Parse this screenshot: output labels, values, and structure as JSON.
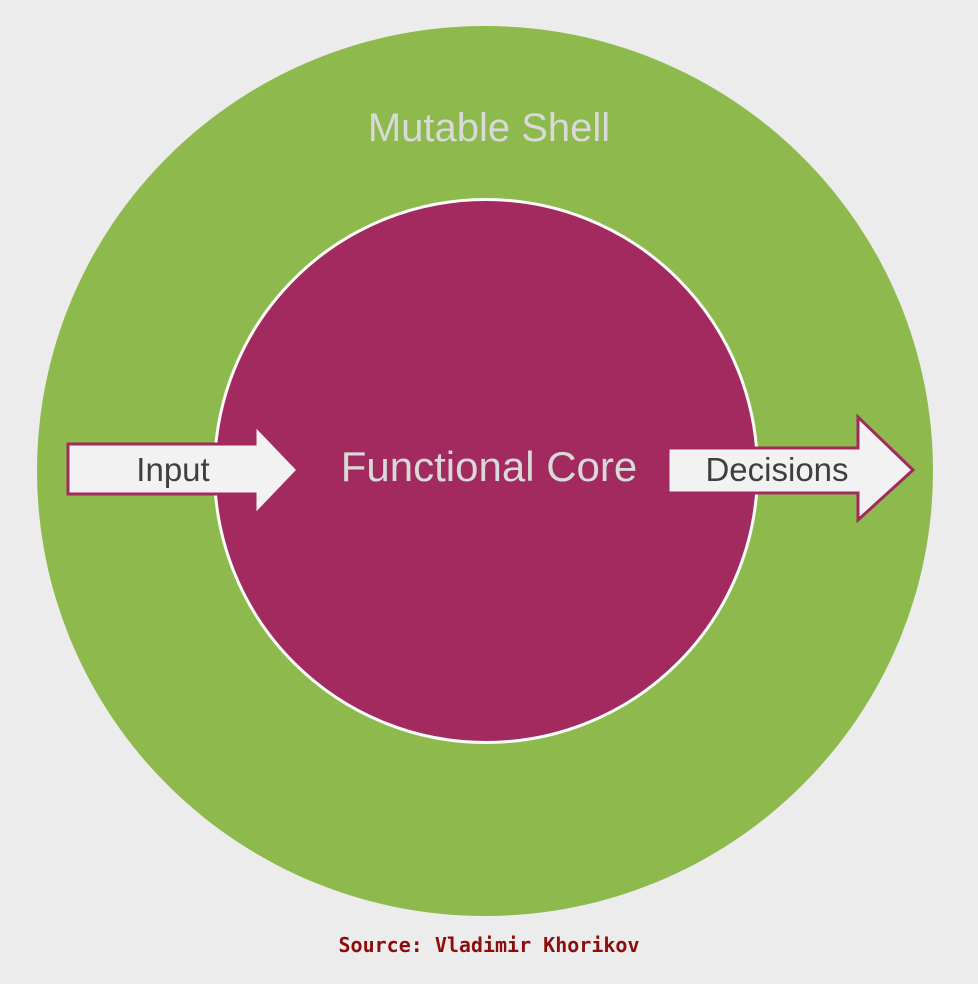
{
  "diagram": {
    "outer_label": "Mutable Shell",
    "inner_label": "Functional Core",
    "input_arrow_label": "Input",
    "output_arrow_label": "Decisions",
    "caption": "Source: Vladimir Khorikov",
    "colors": {
      "background": "#ececec",
      "shell_green": "#8eba4d",
      "core_magenta": "#a22a5e",
      "ring_white": "#fafafa",
      "arrow_fill": "#f2f2f2",
      "arrow_border": "#a22a5e",
      "light_label": "#d9d9d9",
      "dark_label": "#3f3f3f",
      "caption_red": "#8b0d0d"
    }
  }
}
